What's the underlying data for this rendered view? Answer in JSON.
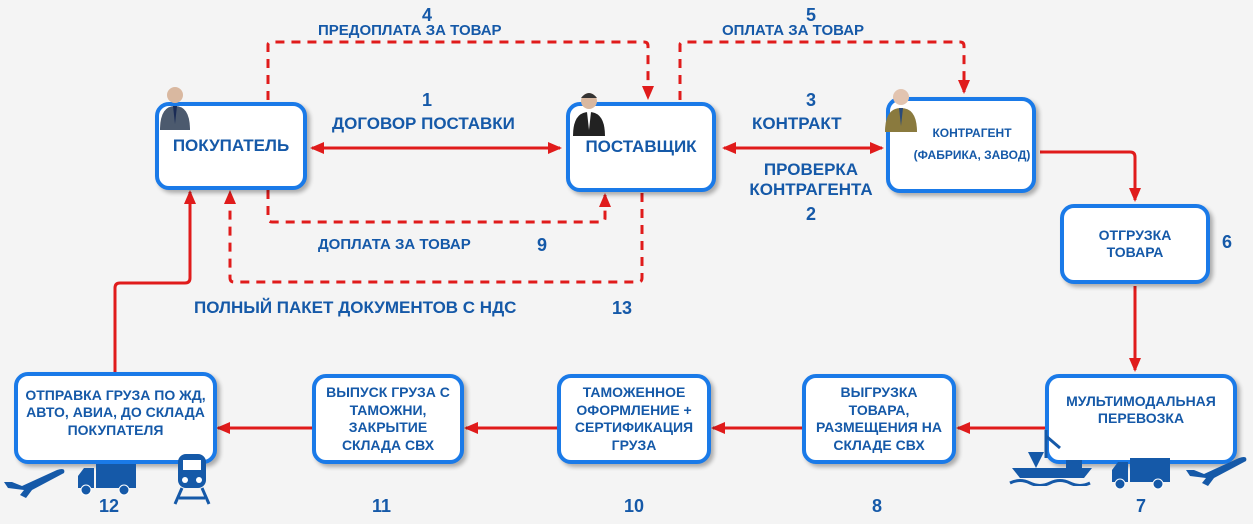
{
  "nodes": {
    "buyer": "ПОКУПАТЕЛЬ",
    "supplier": "ПОСТАВЩИК",
    "counterparty": "КОНТРАГЕНТ (ФАБРИКА, ЗАВОД)",
    "shipment": "ОТГРУЗКА ТОВАРА",
    "multimodal": "МУЛЬТИМОДАЛЬНАЯ ПЕРЕВОЗКА",
    "unloading": "ВЫГРУЗКА ТОВАРА, РАЗМЕЩЕНИЯ НА СКЛАДЕ СВХ",
    "customs": "ТАМОЖЕННОЕ ОФОРМЛЕНИЕ + СЕРТИФИКАЦИЯ ГРУЗА",
    "release": "ВЫПУСК ГРУЗА С ТАМОЖНИ, ЗАКРЫТИЕ СКЛАДА СВХ",
    "dispatch": "ОТПРАВКА ГРУЗА ПО ЖД, АВТО, АВИА, ДО СКЛАДА ПОКУПАТЕЛЯ"
  },
  "labels": {
    "l1": "ДОГОВОР ПОСТАВКИ",
    "n1": "1",
    "l2": "ПРОВЕРКА КОНТРАГЕНТА",
    "n2": "2",
    "l3": "КОНТРАКТ",
    "n3": "3",
    "l4": "ПРЕДОПЛАТА ЗА ТОВАР",
    "n4": "4",
    "l5": "ОПЛАТА ЗА ТОВАР",
    "n5": "5",
    "n6": "6",
    "n7": "7",
    "n8": "8",
    "l9": "ДОПЛАТА ЗА ТОВАР",
    "n9": "9",
    "n10": "10",
    "n11": "11",
    "n12": "12",
    "l13": "ПОЛНЫЙ ПАКЕТ ДОКУМЕНТОВ С НДС",
    "n13": "13"
  },
  "colors": {
    "arrow": "#e01b1b",
    "border": "#1a7ae8",
    "text": "#1559a8"
  }
}
